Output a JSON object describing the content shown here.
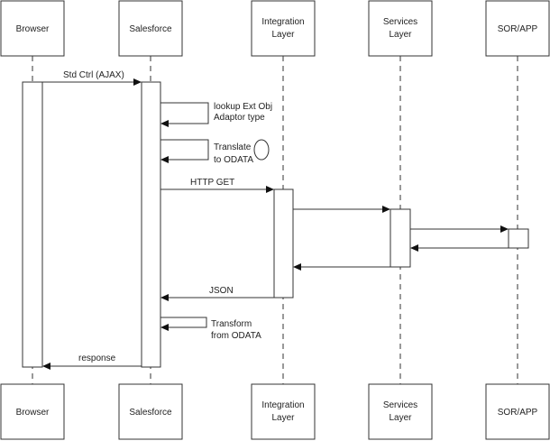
{
  "participants": [
    {
      "id": "browser",
      "lines": [
        "Browser"
      ]
    },
    {
      "id": "salesforce",
      "lines": [
        "Salesforce"
      ]
    },
    {
      "id": "integration",
      "lines": [
        "Integration",
        "Layer"
      ]
    },
    {
      "id": "services",
      "lines": [
        "Services",
        "Layer"
      ]
    },
    {
      "id": "sor",
      "lines": [
        "SOR/APP"
      ]
    }
  ],
  "messages": [
    {
      "id": "std-ctrl",
      "lines": [
        "Std Ctrl (AJAX)"
      ]
    },
    {
      "id": "lookup",
      "lines": [
        "lookup Ext Obj",
        "Adaptor type"
      ]
    },
    {
      "id": "translate",
      "lines": [
        "Translate",
        "to ODATA"
      ]
    },
    {
      "id": "http-get",
      "lines": [
        "HTTP GET"
      ]
    },
    {
      "id": "json",
      "lines": [
        "JSON"
      ]
    },
    {
      "id": "transform",
      "lines": [
        "Transform",
        "from ODATA"
      ]
    },
    {
      "id": "response",
      "lines": [
        "response"
      ]
    }
  ]
}
